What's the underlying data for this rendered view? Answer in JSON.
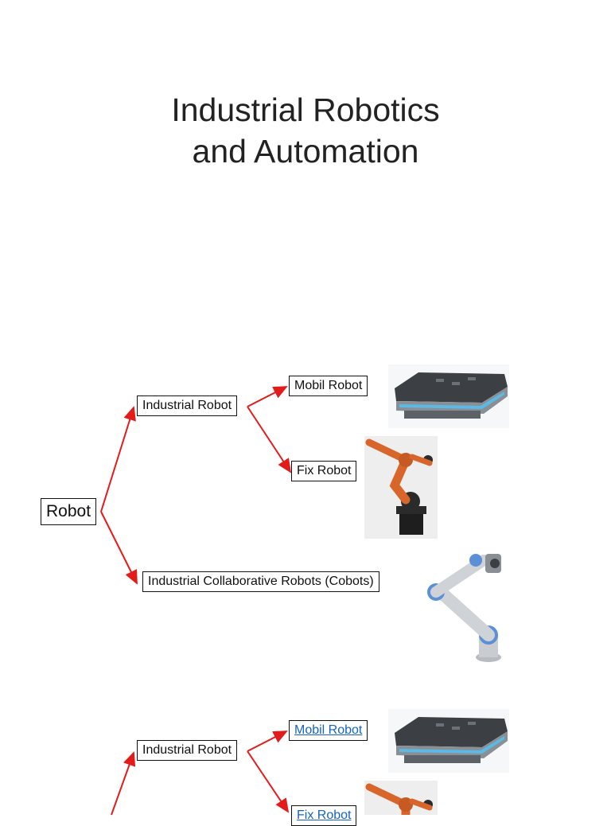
{
  "title": {
    "line1": "Industrial Robotics",
    "line2": "and Automation"
  },
  "diagram1": {
    "root": "Robot",
    "industrial": "Industrial Robot",
    "mobil": "Mobil Robot",
    "fix": "Fix Robot",
    "cobots": "Industrial Collaborative Robots (Cobots)"
  },
  "diagram2": {
    "industrial": "Industrial Robot",
    "mobil": "Mobil Robot",
    "fix": "Fix Robot"
  },
  "colors": {
    "arrow": "#e31b1b",
    "link": "#1565c0",
    "robot_orange": "#d8662a",
    "cobot_blue": "#5b8fd6"
  },
  "icons": [
    "mobile-robot-image",
    "industrial-arm-image",
    "cobot-arm-image"
  ]
}
